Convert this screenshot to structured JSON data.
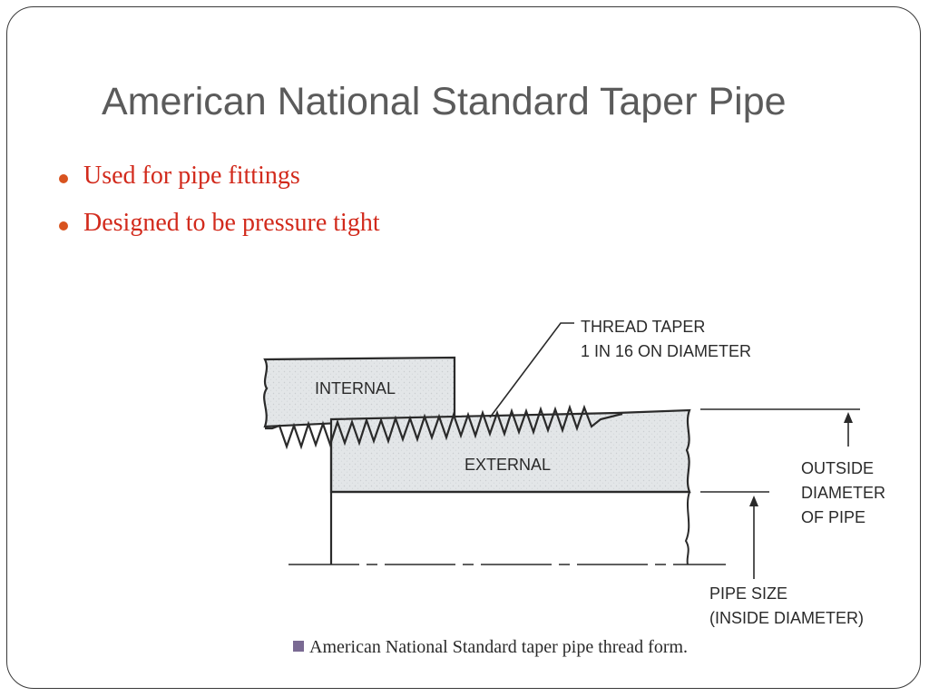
{
  "slide": {
    "title": "American National Standard Taper Pipe",
    "bullets": [
      {
        "text": "Used for pipe fittings"
      },
      {
        "text": "Designed to be pressure tight"
      }
    ]
  },
  "figure": {
    "labels": {
      "thread_taper_line1": "THREAD TAPER",
      "thread_taper_line2": "1 IN 16 ON DIAMETER",
      "internal": "INTERNAL",
      "external": "EXTERNAL",
      "outside_diameter_line1": "OUTSIDE",
      "outside_diameter_line2": "DIAMETER",
      "outside_diameter_line3": "OF PIPE",
      "pipe_size_line1": "PIPE SIZE",
      "pipe_size_line2": "(INSIDE DIAMETER)"
    },
    "caption": "American National Standard taper pipe thread form.",
    "colors": {
      "bullet_text": "#d22a1c",
      "bullet_marker": "#d8531f",
      "title": "#5b5b5b",
      "caption_marker": "#7a6a93"
    }
  }
}
